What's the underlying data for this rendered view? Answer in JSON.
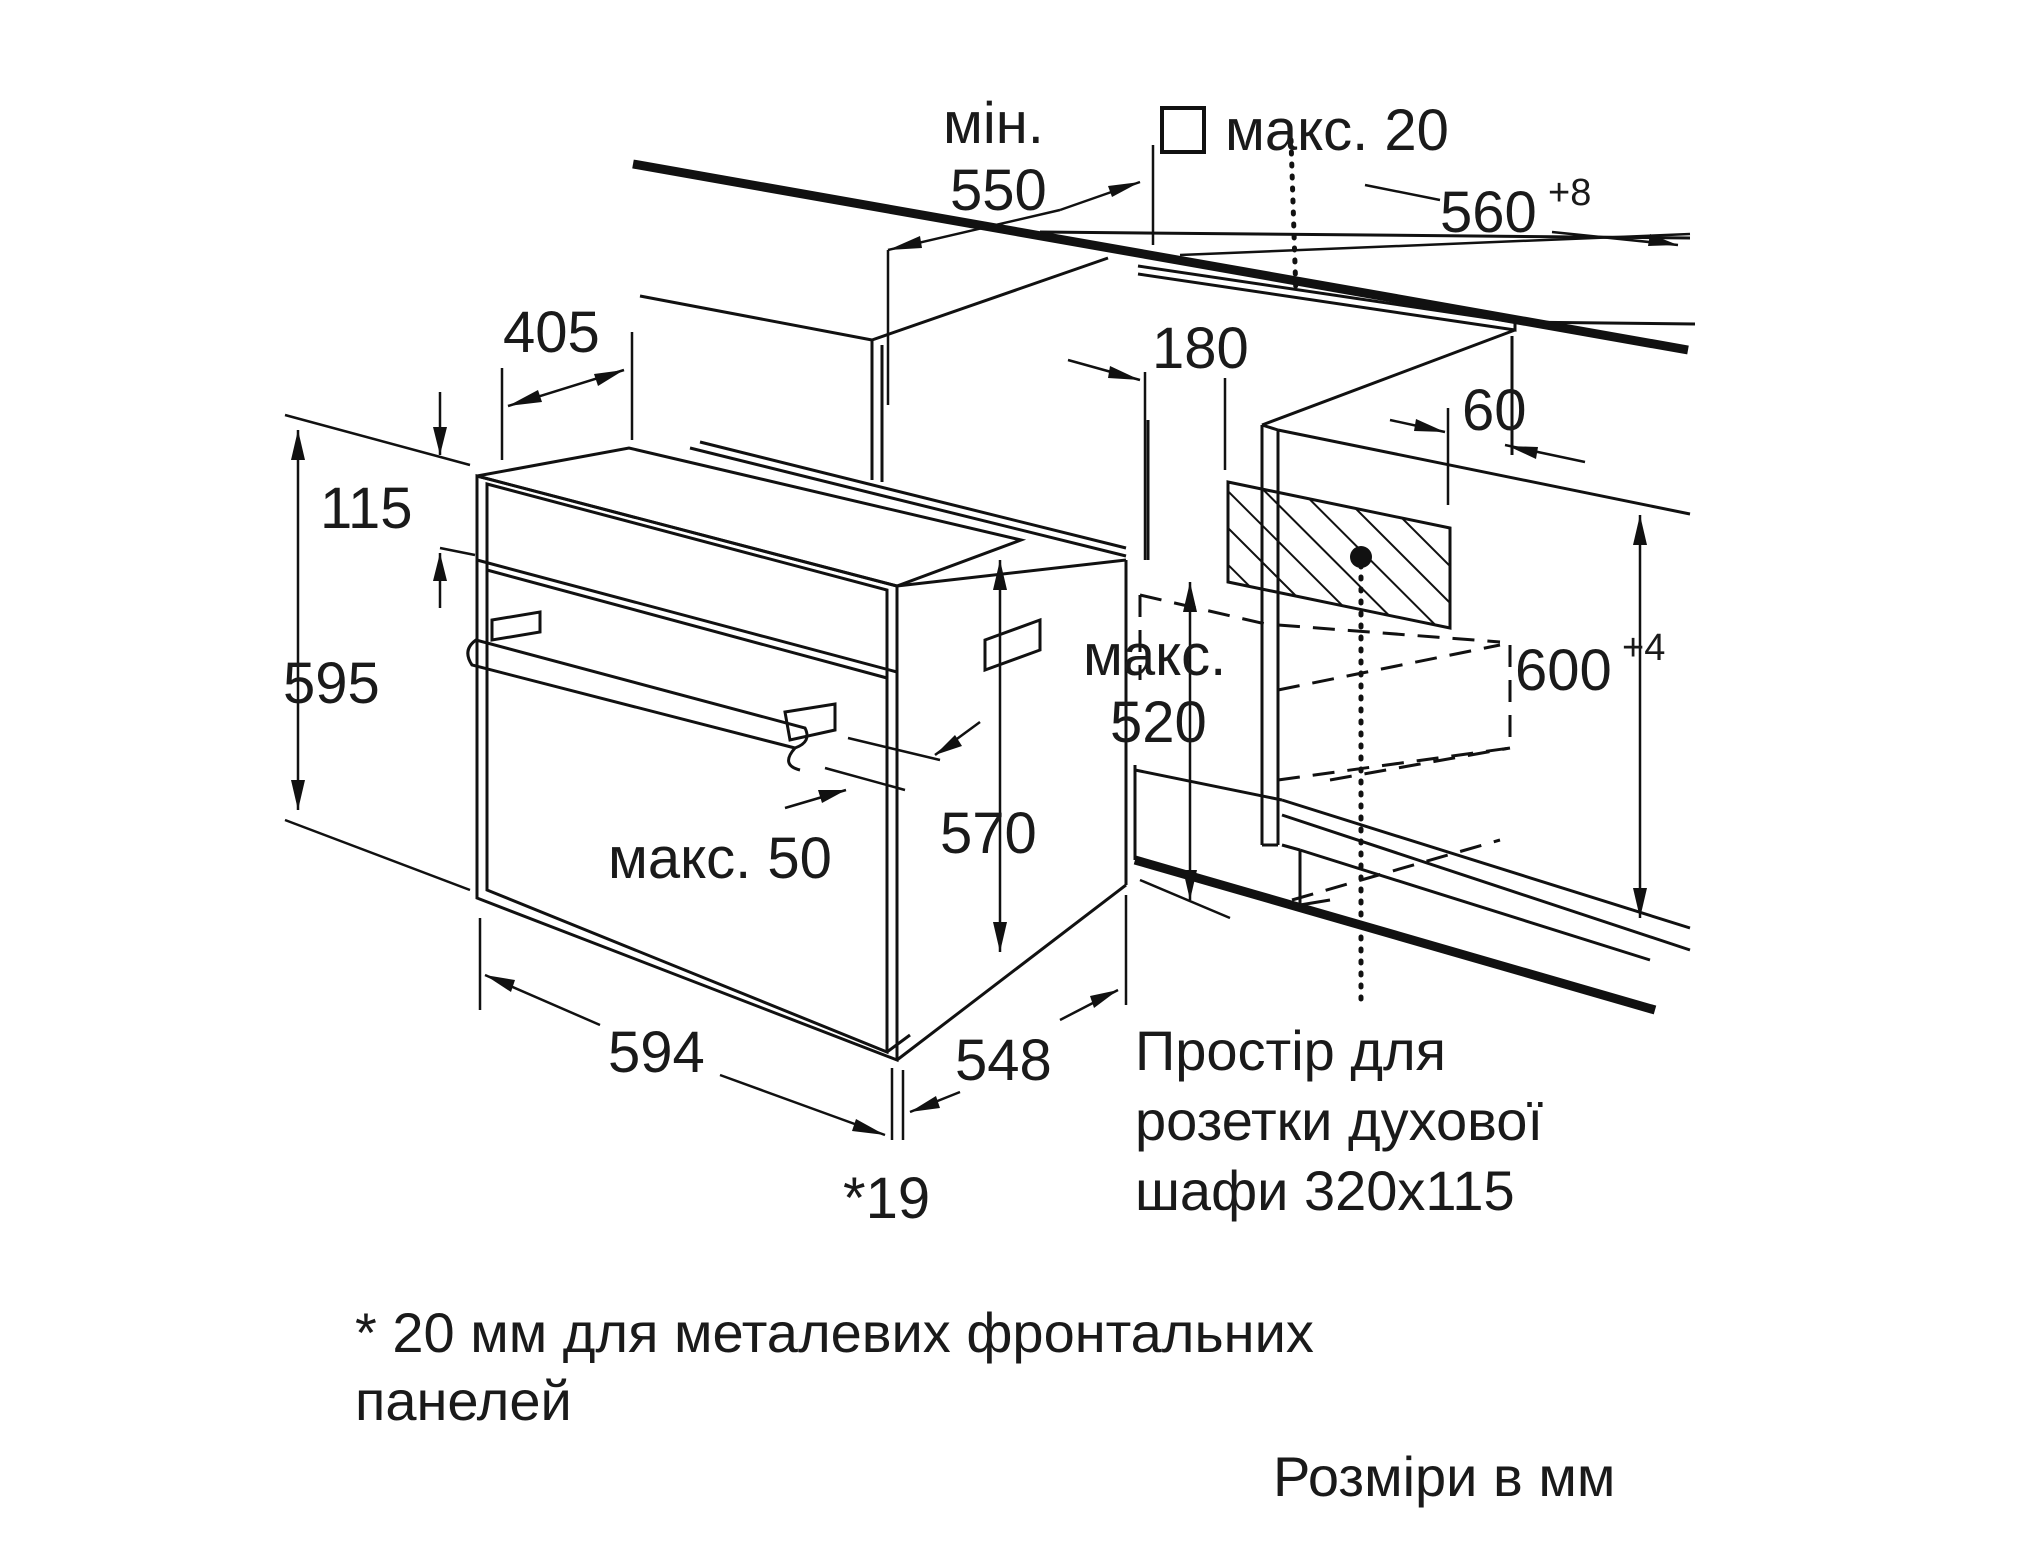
{
  "dimensions": {
    "min_label": "мін.",
    "min_value": "550",
    "max20_label": "макс. 20",
    "width_560_value": "560",
    "width_560_tolerance": "+8",
    "d405": "405",
    "d180": "180",
    "d60": "60",
    "d115": "115",
    "d595": "595",
    "max520_label": "макс.",
    "max520_value": "520",
    "height_600_value": "600",
    "height_600_tolerance": "+4",
    "max50_label": "макс. 50",
    "d570": "570",
    "d594": "594",
    "d548": "548",
    "d19": "*19"
  },
  "socket_note": {
    "line1": "Простір для",
    "line2": "розетки духової",
    "line3": "шафи 320x115"
  },
  "footnote": {
    "line1": "* 20 мм для металевих фронтальних",
    "line2": "панелей"
  },
  "units_note": "Розміри в мм",
  "icons": {
    "square": "square-symbol-icon",
    "socket": "socket-dot-icon"
  },
  "colors": {
    "line": "#111111",
    "background": "#ffffff"
  }
}
